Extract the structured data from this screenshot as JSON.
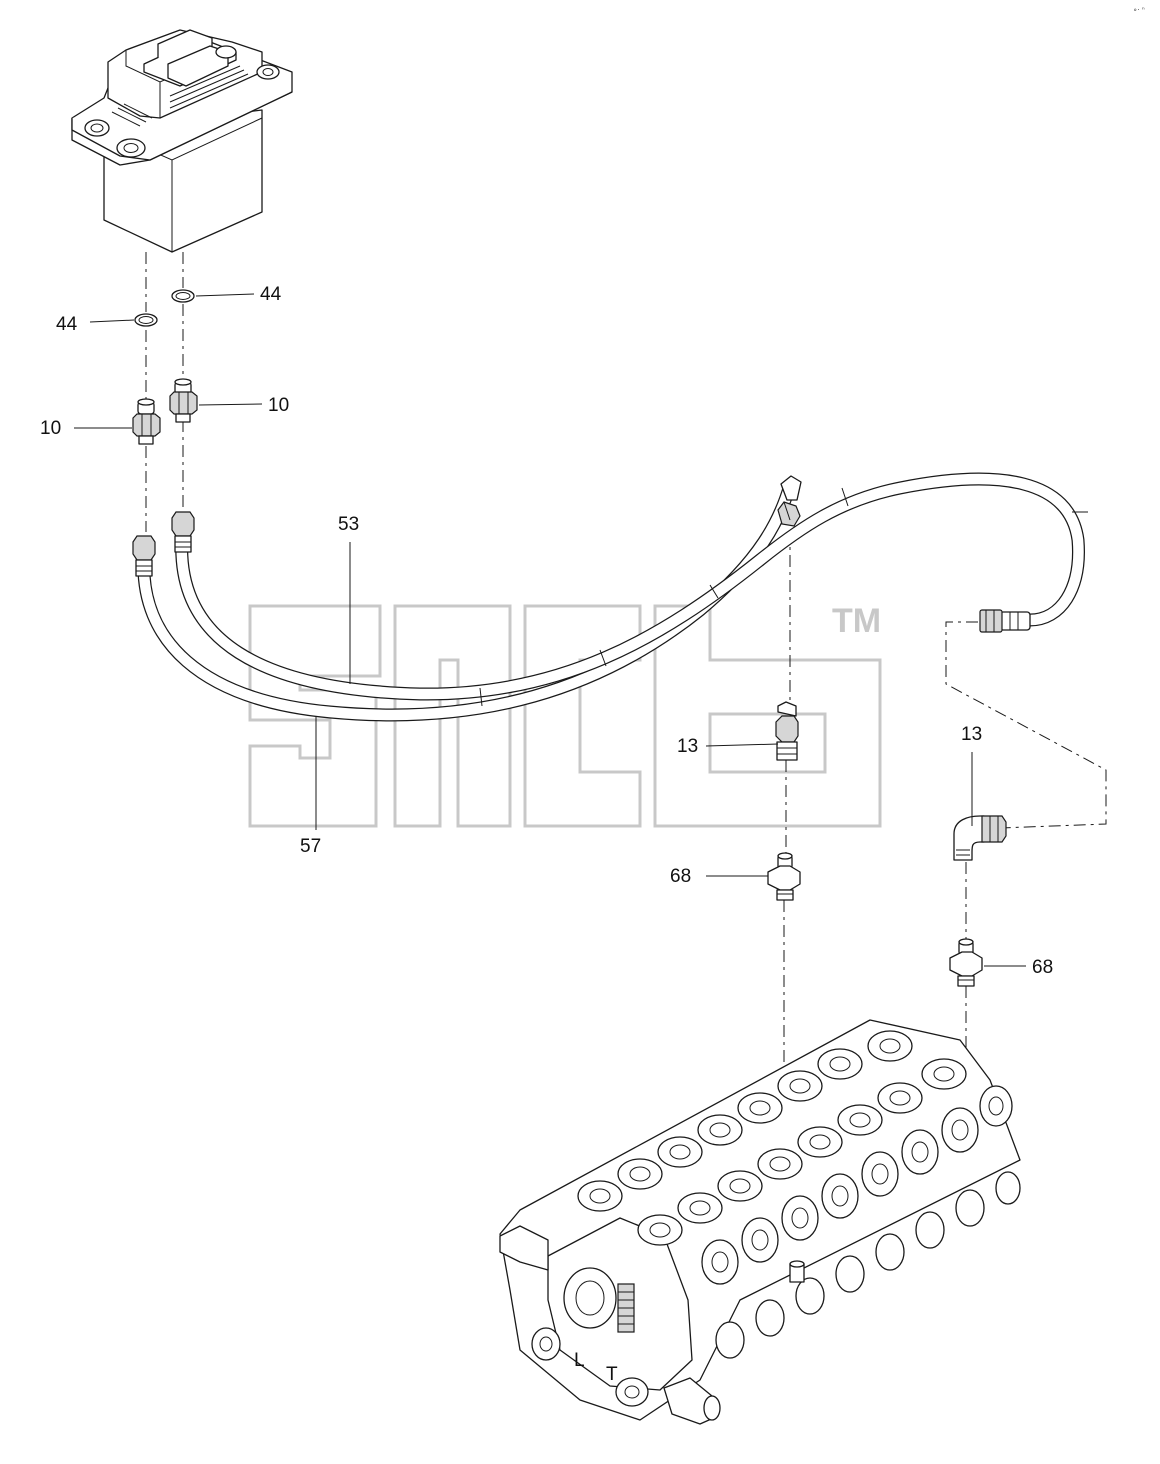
{
  "watermark": {
    "trademark": "TM"
  },
  "callouts": [
    {
      "id": "44-right",
      "text": "44"
    },
    {
      "id": "44-left",
      "text": "44"
    },
    {
      "id": "10-right",
      "text": "10"
    },
    {
      "id": "10-left",
      "text": "10"
    },
    {
      "id": "53",
      "text": "53"
    },
    {
      "id": "57",
      "text": "57"
    },
    {
      "id": "13-left",
      "text": "13"
    },
    {
      "id": "13-right",
      "text": "13"
    },
    {
      "id": "68-left",
      "text": "68"
    },
    {
      "id": "68-right",
      "text": "68"
    }
  ],
  "valve_markings": {
    "port_left": "L",
    "port_right": "T"
  }
}
